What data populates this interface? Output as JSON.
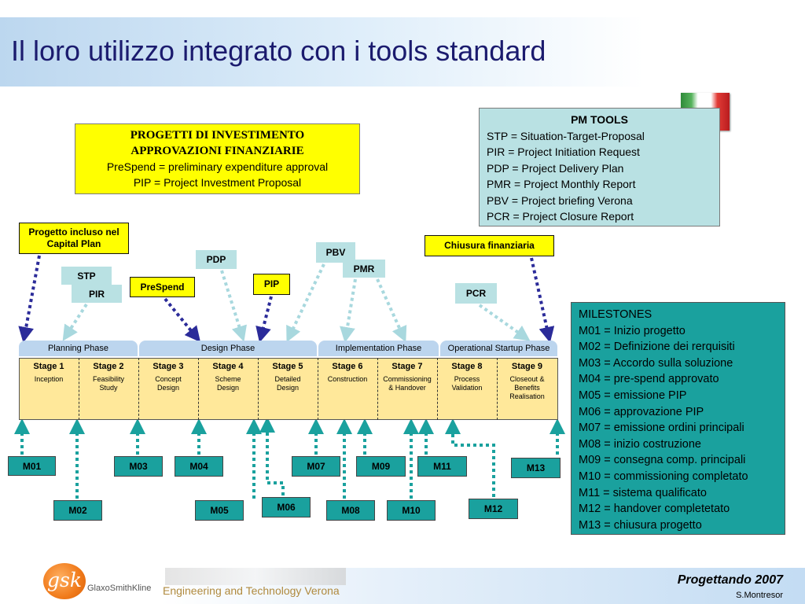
{
  "title": "Il loro utilizzo integrato con i tools standard",
  "progetti": {
    "heading1": "PROGETTI DI INVESTIMENTO",
    "heading2": "APPROVAZIONI FINANZIARIE",
    "line1": "PreSpend = preliminary expenditure approval",
    "line2": "PIP = Project Investment Proposal"
  },
  "pm_tools": {
    "heading": "PM TOOLS",
    "items": [
      "STP = Situation-Target-Proposal",
      "PIR = Project Initiation Request",
      "PDP = Project Delivery Plan",
      "PMR = Project Monthly Report",
      "PBV = Project briefing Verona",
      "PCR = Project Closure Report"
    ]
  },
  "labels": {
    "capital_plan": "Progetto incluso nel  Capital Plan",
    "chiusura": "Chiusura finanziaria",
    "prespend": "PreSpend",
    "pip": "PIP",
    "stp": "STP",
    "pir": "PIR",
    "pdp": "PDP",
    "pbv": "PBV",
    "pmr": "PMR",
    "pcr": "PCR"
  },
  "phases": [
    "Planning Phase",
    "Design Phase",
    "Implementation Phase",
    "Operational Startup Phase"
  ],
  "stages": [
    {
      "name": "Stage 1",
      "desc": "Inception"
    },
    {
      "name": "Stage 2",
      "desc": "Feasibility Study"
    },
    {
      "name": "Stage 3",
      "desc": "Concept Design"
    },
    {
      "name": "Stage 4",
      "desc": "Scheme Design"
    },
    {
      "name": "Stage 5",
      "desc": "Detailed Design"
    },
    {
      "name": "Stage 6",
      "desc": "Construction"
    },
    {
      "name": "Stage 7",
      "desc": "Commissioning & Handover"
    },
    {
      "name": "Stage 8",
      "desc": "Process Validation"
    },
    {
      "name": "Stage 9",
      "desc": "Closeout & Benefits Realisation"
    }
  ],
  "milestone_codes": [
    "M01",
    "M02",
    "M03",
    "M04",
    "M05",
    "M06",
    "M07",
    "M08",
    "M09",
    "M10",
    "M11",
    "M12",
    "M13"
  ],
  "milestones": {
    "heading": "MILESTONES",
    "items": [
      "M01 = Inizio progetto",
      "M02 = Definizione dei rerquisiti",
      "M03 = Accordo sulla soluzione",
      "M04 = pre-spend approvato",
      "M05 = emissione PIP",
      "M06 = approvazione PIP",
      "M07 = emissione ordini principali",
      "M08 = inizio costruzione",
      "M09 = consegna comp. principali",
      "M10 = commissioning completato",
      "M11 = sistema qualificato",
      "M12 = handover completetato",
      "M13 = chiusura progetto"
    ]
  },
  "footer": {
    "logo": "gsk",
    "company": "GlaxoSmithKline",
    "site": "Engineering and Technology Verona",
    "title": "Progettando 2007",
    "author": "S.Montresor"
  },
  "colors": {
    "yellow": "#ffff00",
    "light_cyan": "#b9e1e3",
    "teal": "#1aa19e",
    "phase_blue": "#bcd5ee",
    "stage_fill": "#ffe89a",
    "arrow_dark": "#2b2b99",
    "arrow_light": "#a8d8de",
    "arrow_teal": "#1aa19e"
  }
}
